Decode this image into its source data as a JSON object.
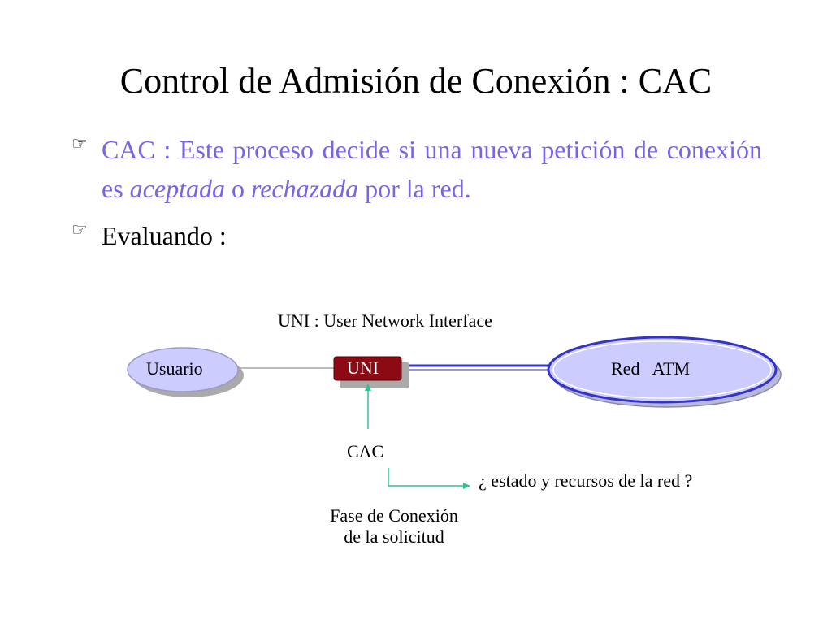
{
  "slide": {
    "title": "Control de Admisión de Conexión : CAC"
  },
  "bullets": [
    {
      "icon": "pointing-hand-icon",
      "prefix": "CAC : Este proceso decide si una nueva petición de conexión es ",
      "em1": "aceptada",
      "mid": " o ",
      "em2": "rechazada",
      "suffix": " por la red.",
      "color": "#7a63e6"
    },
    {
      "icon": "pointing-hand-icon",
      "text": "Evaluando :",
      "color": "#000000"
    }
  ],
  "diagram": {
    "uni_caption": "UNI : User Network Interface",
    "user_label": "Usuario",
    "uni_label": "UNI",
    "network_label": "Red   ATM",
    "cac_label": "CAC",
    "query_label": "¿ estado y recursos de la red ?",
    "phase_line1": "Fase de Conexión",
    "phase_line2": "de la solicitud",
    "colors": {
      "node_fill": "#ccccff",
      "node_border": "#3333cc",
      "uni_fill": "#8b0a14",
      "arrow": "#2ec48e",
      "link_blue": "#3333cc"
    }
  }
}
